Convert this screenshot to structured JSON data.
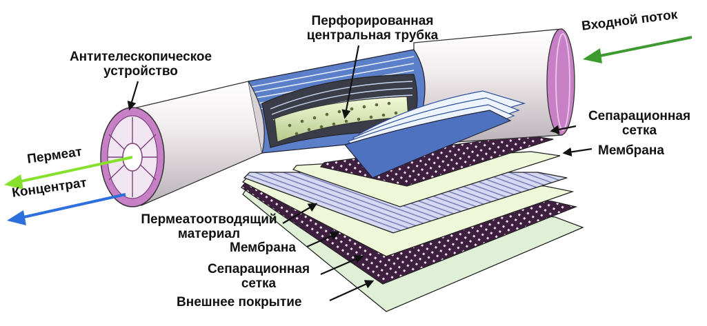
{
  "diagram": {
    "labels": {
      "perforated_tube": "Перфорированная\nцентральная трубка",
      "inlet_flow": "Входной поток",
      "anti_telescoping": "Антителескопическое\nустройство",
      "separation_mesh_top": "Сепарационная\nсетка",
      "membrane_top": "Мембрана",
      "permeate": "Пермеат",
      "concentrate": "Концентрат",
      "permeate_carrier": "Пермеатоотводящий\nматериал",
      "membrane_bottom": "Мембрана",
      "separation_mesh_bottom": "Сепарационная\nсетка",
      "outer_wrap": "Внешнее покрытие"
    },
    "colors": {
      "shell": "#f2ecee",
      "end_cap": "#c77fc6",
      "tube": "#e6f2c0",
      "membrane_layer": "#e9f6d5",
      "mesh": "#3f1f3f",
      "carrier": "#c8cbe6",
      "blue_wrap": "#5b7fc9",
      "permeate_arrow": "#86e02c",
      "concentrate_arrow": "#2d6fdc",
      "inlet_arrow": "#3d9a2e",
      "label_text": "#111111"
    }
  }
}
